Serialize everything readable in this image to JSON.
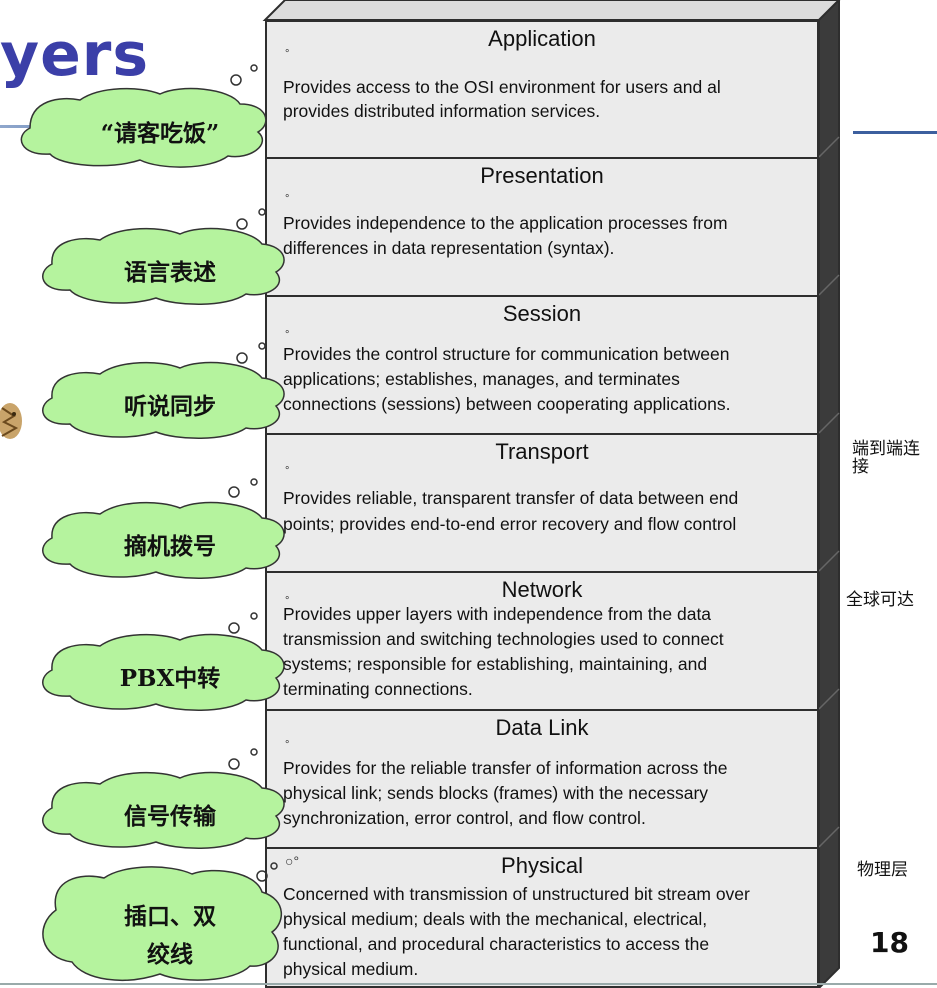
{
  "slide": {
    "title_fragment": "yers",
    "page_number": "18"
  },
  "layers": [
    {
      "name": "Application",
      "desc": [
        "Provides access to the OSI environment for users and al",
        "provides distributed information services."
      ]
    },
    {
      "name": "Presentation",
      "desc": [
        "Provides independence to the application processes from",
        "differences in data representation (syntax)."
      ]
    },
    {
      "name": "Session",
      "desc": [
        "Provides the control structure for communication between",
        "applications; establishes, manages, and terminates",
        "connections (sessions) between cooperating applications."
      ]
    },
    {
      "name": "Transport",
      "desc": [
        "Provides reliable, transparent transfer of data between end",
        "points; provides end-to-end error recovery and flow control"
      ]
    },
    {
      "name": "Network",
      "desc": [
        "Provides upper layers with independence from the data",
        "transmission and switching technologies used to connect",
        "systems; responsible for establishing, maintaining, and",
        "terminating connections."
      ]
    },
    {
      "name": "Data Link",
      "desc": [
        "Provides for the reliable transfer of information across the",
        "physical link; sends blocks (frames) with the necessary",
        "synchronization, error control, and flow control."
      ]
    },
    {
      "name": "Physical",
      "desc": [
        "Concerned with transmission of unstructured bit stream over",
        "physical medium; deals with the mechanical, electrical,",
        "functional, and procedural characteristics to access the",
        "physical medium."
      ]
    }
  ],
  "bubbles": [
    "“请客吃饭”",
    "语言表述",
    "听说同步",
    "摘机拨号",
    "PBX中转",
    "信号传输",
    "插口、双",
    "绞线"
  ],
  "annotations": {
    "transport": "端到端连接",
    "transport_line1": "端到端连",
    "transport_line2": "接",
    "network": "全球可达",
    "physical": "物理层"
  },
  "colors": {
    "title": "#3b3fa8",
    "bubble_fill": "#b5f39e",
    "box_fill": "#ebebeb",
    "box_side": "#3b3b3b",
    "accent_line": "#3c5f9e"
  }
}
